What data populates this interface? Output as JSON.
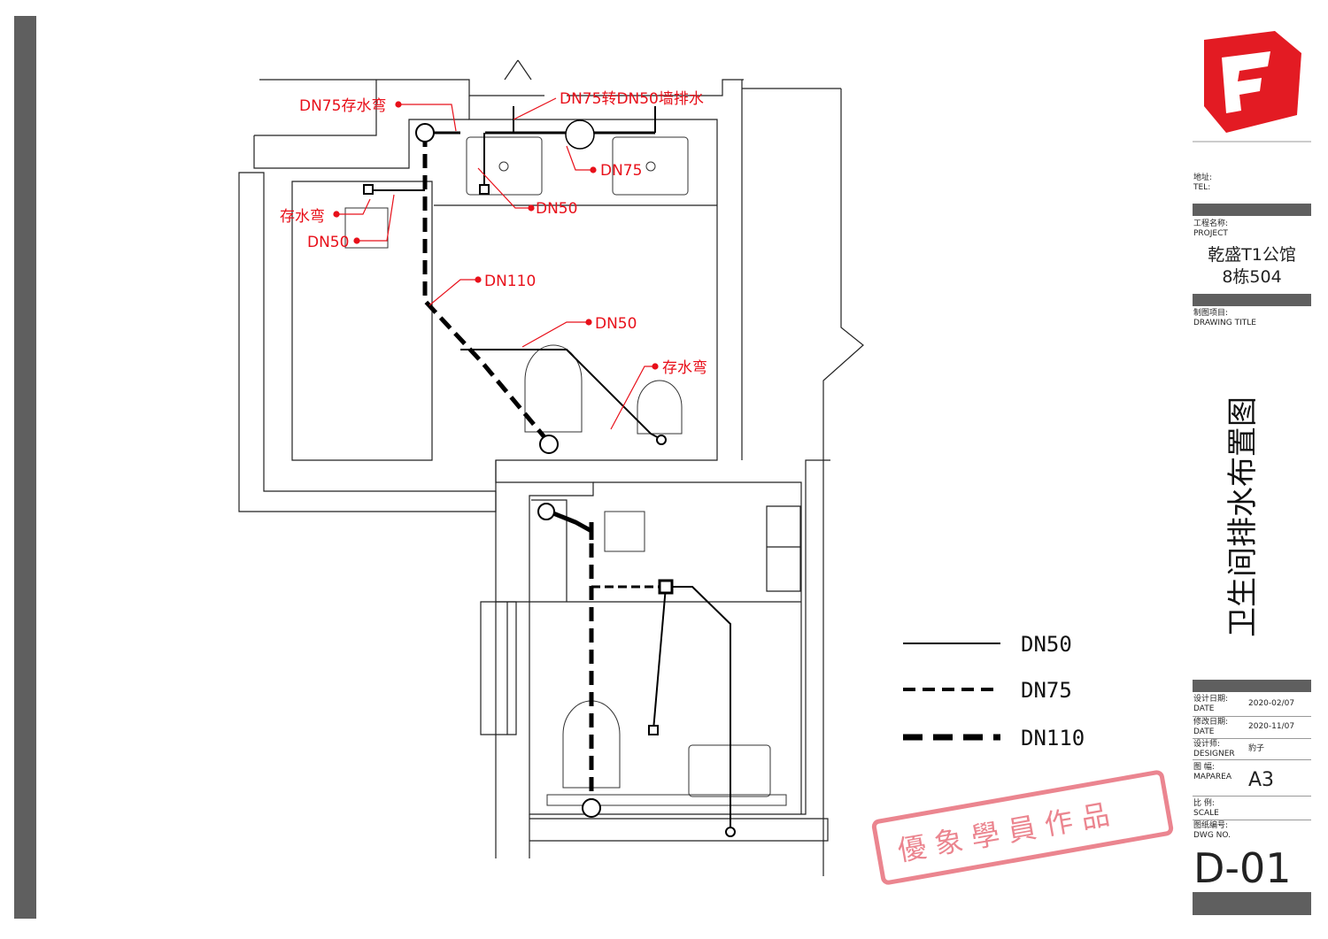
{
  "labels": {
    "dn75_trap": "DN75存水弯",
    "dn75_to_dn50": "DN75转DN50墙排水",
    "dn75": "DN75",
    "dn50_a": "DN50",
    "trap_a": "存水弯",
    "dn50_b": "DN50",
    "dn110": "DN110",
    "dn50_c": "DN50",
    "trap_b": "存水弯"
  },
  "legend": [
    {
      "label": "DN50",
      "style": "solid"
    },
    {
      "label": "DN75",
      "style": "dashed"
    },
    {
      "label": "DN110",
      "style": "thick-dashed"
    }
  ],
  "stamp": "優象學員作品",
  "title_block": {
    "address_label": "地址:",
    "tel_label": "TEL:",
    "project_label_cn": "工程名称:",
    "project_label_en": "PROJECT",
    "project_name_1": "乾盛T1公馆",
    "project_name_2": "8栋504",
    "drawing_title_cn": "制图项目:",
    "drawing_title_en": "DRAWING TITLE",
    "drawing_title": "卫生间排水布置图",
    "date_cn": "设计日期:",
    "date_en": "DATE",
    "date": "2020-02/07",
    "mod_cn": "修改日期:",
    "mod_en": "DATE",
    "mod_date": "2020-11/07",
    "designer_cn": "设计师:",
    "designer_en": "DESIGNER",
    "designer": "豹子",
    "maparea_cn": "图 幅:",
    "maparea_en": "MAPAREA",
    "maparea": "A3",
    "scale_cn": "比 例:",
    "scale_en": "SCALE",
    "dwg_cn": "图纸编号:",
    "dwg_en": "DWG NO.",
    "dwg_no": "D-01"
  },
  "colors": {
    "annotation": "#e8101a",
    "logo": "#e31b23",
    "stamp": "#e8707c",
    "bar": "#5f5f5f"
  }
}
